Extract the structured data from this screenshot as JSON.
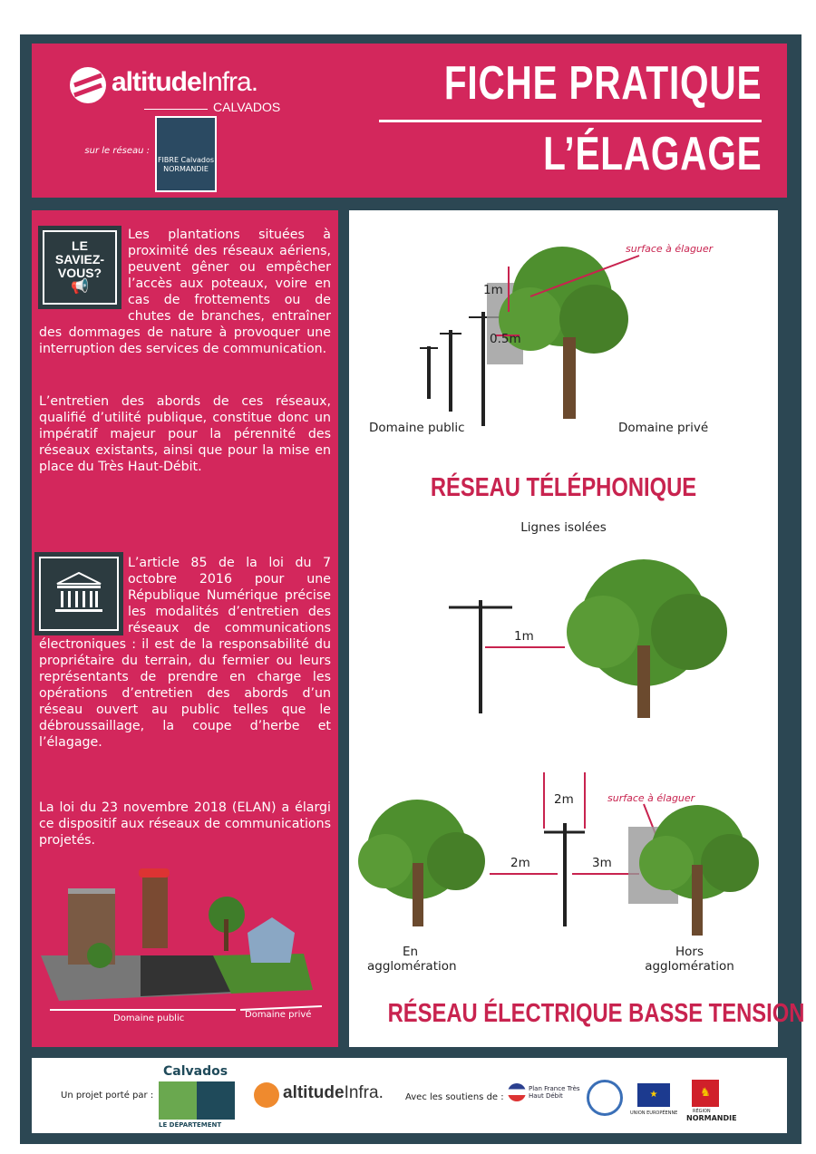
{
  "header": {
    "logo_brand": "altitude",
    "logo_brand2": "Infra.",
    "logo_region": "CALVADOS",
    "network_label": "sur le réseau :",
    "fibre_logo": "FIBRE Calvados NORMANDIE",
    "title_line1": "FICHE PRATIQUE",
    "title_line2": "L’ÉLAGAGE"
  },
  "left": {
    "saviez_icon_text": [
      "LE",
      "SAVIEZ-",
      "VOUS?"
    ],
    "para1": "Les plantations situées à proximité des réseaux aériens, peuvent gêner ou empêcher l’accès aux poteaux, voire en cas de frottements ou de chutes de branches, entraîner des dommages de nature à provoquer une interruption des services de communication.",
    "para2": "L’entretien des abords de ces réseaux, qualifié d’utilité publique, constitue donc un impératif majeur pour la pérennité des réseaux existants, ainsi que pour la mise en place du Très Haut-Débit.",
    "para3": "L’article 85 de la loi du 7 octobre 2016 pour une République Numérique précise les modalités d’entretien des réseaux de communications électroniques : il est de la responsabilité du propriétaire du terrain, du fermier ou leurs représentants de prendre en charge les opérations d’entretien des abords d’un réseau ouvert au public telles que le débroussaillage, la coupe d’herbe et l’élagage.",
    "para4": "La loi du 23 novembre 2018 (ELAN) a élargi ce dispositif aux réseaux de communications projetés.",
    "illus_public": "Domaine public",
    "illus_prive": "Domaine privé"
  },
  "right": {
    "tel": {
      "surface": "surface à élaguer",
      "d1": "1m",
      "d2": "0.5m",
      "public": "Domaine public",
      "prive": "Domaine privé",
      "heading": "RÉSEAU TÉLÉPHONIQUE"
    },
    "isolees": {
      "subtitle": "Lignes isolées",
      "d": "1m"
    },
    "elec": {
      "d_top": "2m",
      "d_left": "2m",
      "d_right": "3m",
      "surface": "surface à élaguer",
      "agglo": "En agglomération",
      "hors": "Hors agglomération",
      "heading": "RÉSEAU ÉLECTRIQUE BASSE TENSION"
    }
  },
  "footer": {
    "porte_par": "Un projet porté par :",
    "calvados": "Calvados",
    "departement": "LE DÉPARTEMENT",
    "altitude": "altitude",
    "infra": "Infra.",
    "soutiens": "Avec les soutiens de :",
    "plan_france": "Plan France Très Haut Débit",
    "ue": "UNION EUROPÉENNE",
    "normandie": "NORMANDIE",
    "region": "RÉGION"
  },
  "colors": {
    "pink": "#d3275c",
    "dark": "#2c4753",
    "green": "#4e8f2e"
  }
}
